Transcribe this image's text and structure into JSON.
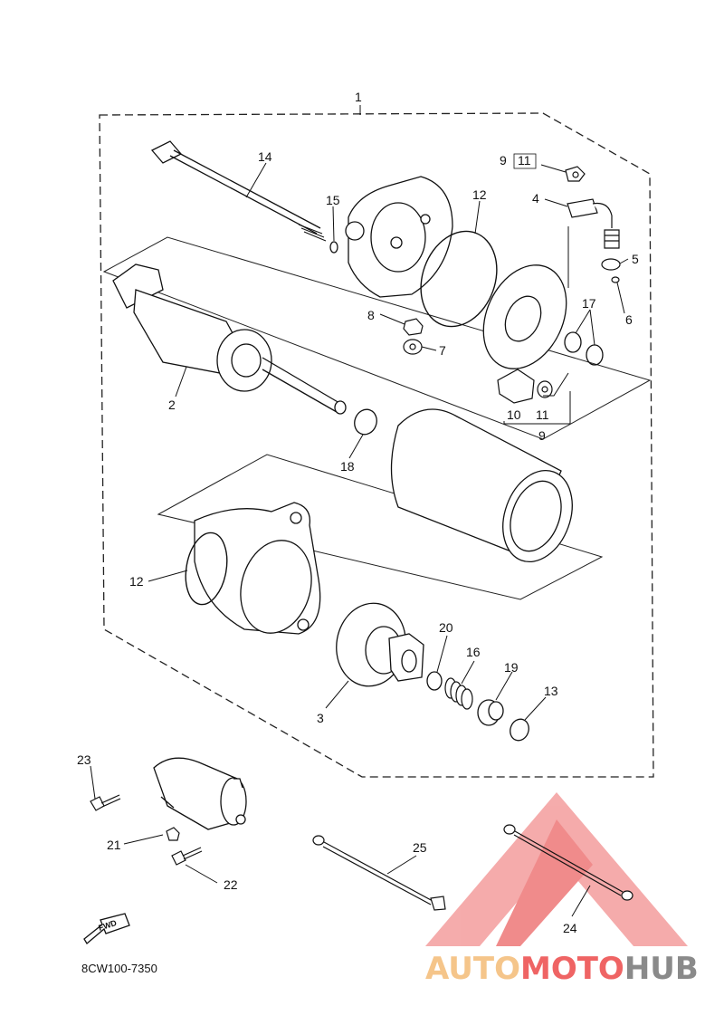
{
  "callouts": [
    {
      "id": "c1",
      "text": "1"
    },
    {
      "id": "c14",
      "text": "14"
    },
    {
      "id": "c15",
      "text": "15"
    },
    {
      "id": "c12a",
      "text": "12"
    },
    {
      "id": "c9top",
      "text": "9"
    },
    {
      "id": "c11top",
      "text": "11"
    },
    {
      "id": "c4",
      "text": "4"
    },
    {
      "id": "c5",
      "text": "5"
    },
    {
      "id": "c6",
      "text": "6"
    },
    {
      "id": "c17",
      "text": "17"
    },
    {
      "id": "c8",
      "text": "8"
    },
    {
      "id": "c7",
      "text": "7"
    },
    {
      "id": "c2",
      "text": "2"
    },
    {
      "id": "c18",
      "text": "18"
    },
    {
      "id": "c10",
      "text": "10"
    },
    {
      "id": "c11b",
      "text": "11"
    },
    {
      "id": "c9b",
      "text": "9"
    },
    {
      "id": "c12b",
      "text": "12"
    },
    {
      "id": "c20",
      "text": "20"
    },
    {
      "id": "c16",
      "text": "16"
    },
    {
      "id": "c19",
      "text": "19"
    },
    {
      "id": "c13",
      "text": "13"
    },
    {
      "id": "c3",
      "text": "3"
    },
    {
      "id": "c23",
      "text": "23"
    },
    {
      "id": "c21",
      "text": "21"
    },
    {
      "id": "c22",
      "text": "22"
    },
    {
      "id": "c25",
      "text": "25"
    },
    {
      "id": "c24",
      "text": "24"
    }
  ],
  "fwd_label": "FWD",
  "diagram_code": "8CW100-7350",
  "watermark": {
    "auto": "AUTO",
    "moto": "MOTO",
    "hub": "HUB",
    "color_light": "#f5c58a",
    "color_red": "#ef6464",
    "color_gray": "#8a8a8a"
  }
}
